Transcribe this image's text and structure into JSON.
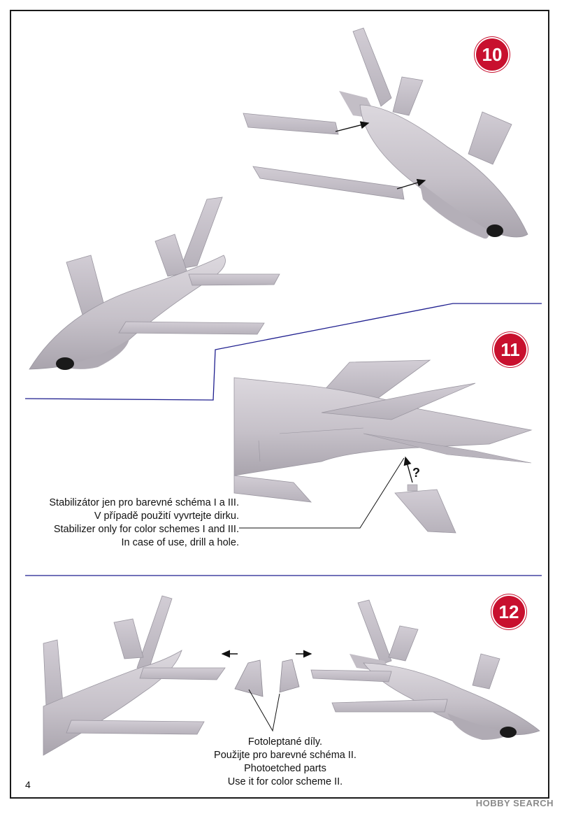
{
  "steps": {
    "s10": "10",
    "s11": "11",
    "s12": "12"
  },
  "step11_note": {
    "line1": "Stabilizátor jen pro barevné schéma I a III.",
    "line2": "V případě použití vyvrtejte dirku.",
    "line3": "Stabilizer only for color schemes I and III.",
    "line4": "In case of use, drill a hole."
  },
  "step11_question": "?",
  "step12_note": {
    "line1": "Fotoleptané díly.",
    "line2": "Použijte pro barevné schéma II.",
    "line3": "Photoetched parts",
    "line4": "Use it for color scheme II."
  },
  "page_number": "4",
  "watermark": "HOBBY SEARCH",
  "colors": {
    "badge": "#c8102e",
    "divider": "#1f1f8f",
    "model": "#c9c4cc"
  }
}
